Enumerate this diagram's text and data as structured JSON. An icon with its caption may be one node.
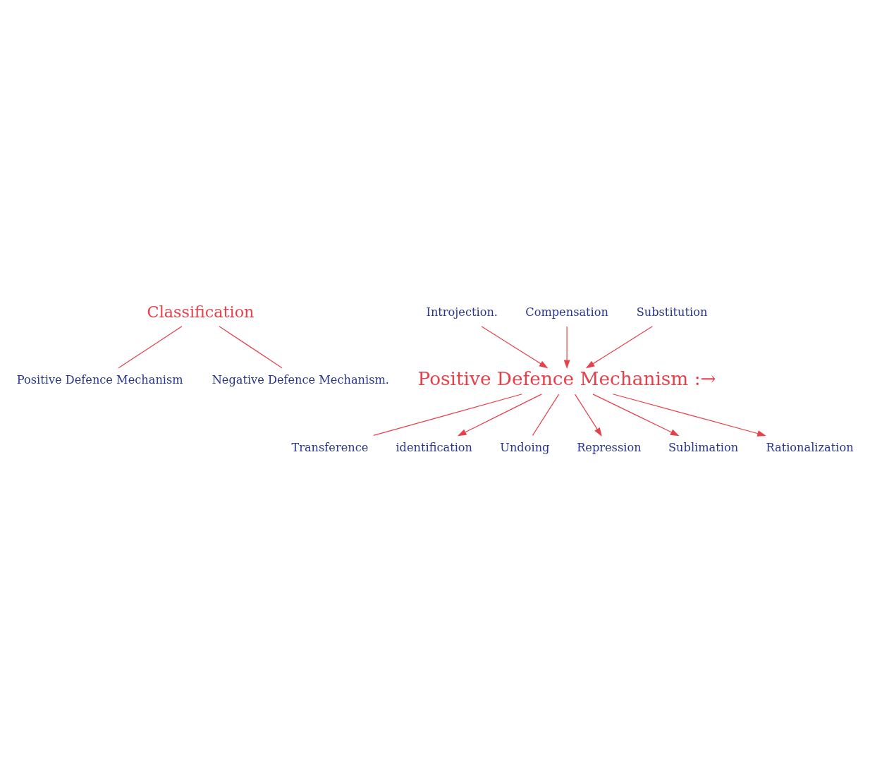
{
  "diagram": {
    "nodes": [
      {
        "text": [
          "Classification"
        ]
      },
      {
        "text": [
          "Positive Defence Mechanism"
        ]
      },
      {
        "text": [
          "Negative Defence Mechanism."
        ]
      },
      {
        "text": [
          "Positive Defence Mechanism :→"
        ]
      },
      {
        "text": [
          "Introjection."
        ]
      },
      {
        "text": [
          "Transference"
        ]
      },
      {
        "text": [
          "identification"
        ]
      },
      {
        "text": [
          "Compensation"
        ]
      },
      {
        "text": [
          "Undoing"
        ]
      },
      {
        "text": [
          "Repression"
        ]
      },
      {
        "text": [
          "Substitution"
        ]
      },
      {
        "text": [
          "Sublimation"
        ]
      },
      {
        "text": [
          "Rationalization"
        ]
      }
    ],
    "edges": [
      {
        "from": 0,
        "to": 1,
        "arrow": "none"
      },
      {
        "from": 0,
        "to": 2,
        "arrow": "none"
      },
      {
        "from": 4,
        "to": 3,
        "arrow": "to"
      },
      {
        "from": 3,
        "to": 5,
        "arrow": "none"
      },
      {
        "from": 3,
        "to": 6,
        "arrow": "to"
      },
      {
        "from": 7,
        "to": 3,
        "arrow": "to"
      },
      {
        "from": 3,
        "to": 8,
        "arrow": "none"
      },
      {
        "from": 3,
        "to": 9,
        "arrow": "to"
      },
      {
        "from": 10,
        "to": 3,
        "arrow": "to"
      },
      {
        "from": 3,
        "to": 11,
        "arrow": "to"
      },
      {
        "from": 3,
        "to": 12,
        "arrow": "to"
      }
    ]
  }
}
